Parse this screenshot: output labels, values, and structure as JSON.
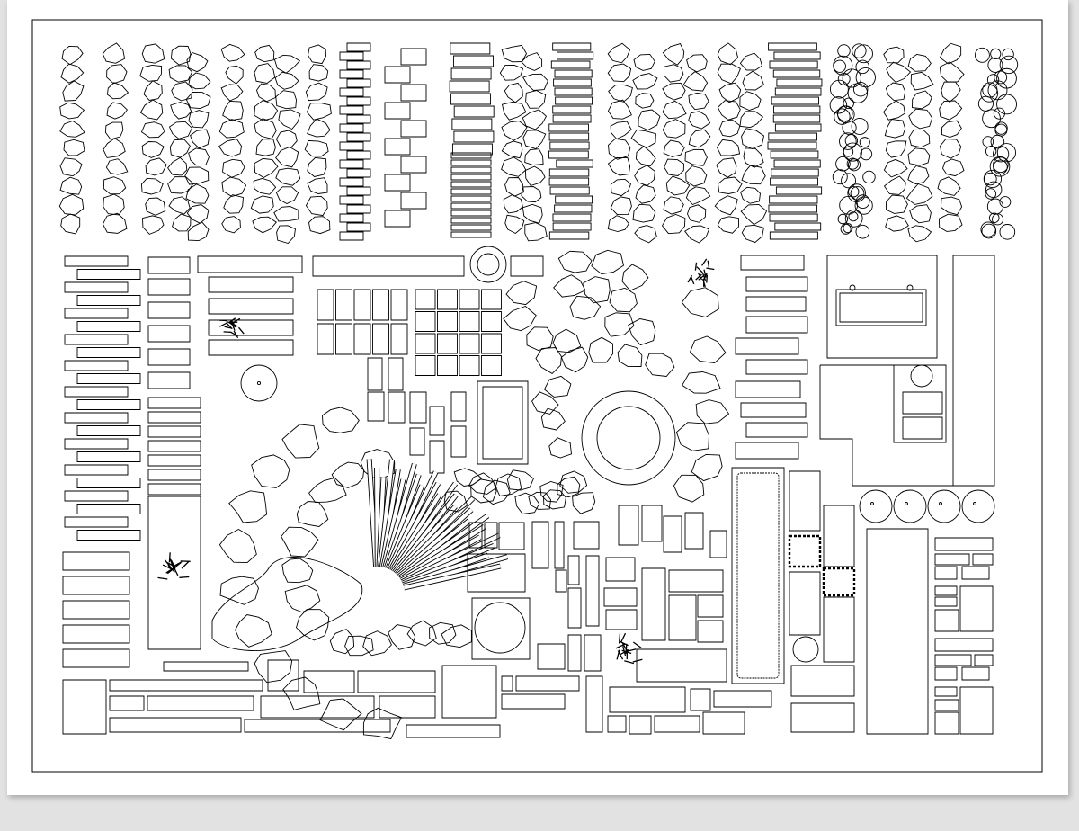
{
  "document": {
    "kind": "CAD paving and landscape block sheet"
  },
  "colors": {
    "page_background": "#e2e2e2",
    "sheet": "#ffffff",
    "linework": "#000000"
  },
  "sections": {
    "stone_strips": {
      "strip_count": 19
    },
    "block_area": {
      "groups": [
        "slab-rows",
        "tile-grid",
        "stepping-stones",
        "curved-stone-path",
        "round-pavers",
        "planters",
        "benches",
        "shrub-symbols"
      ]
    }
  }
}
